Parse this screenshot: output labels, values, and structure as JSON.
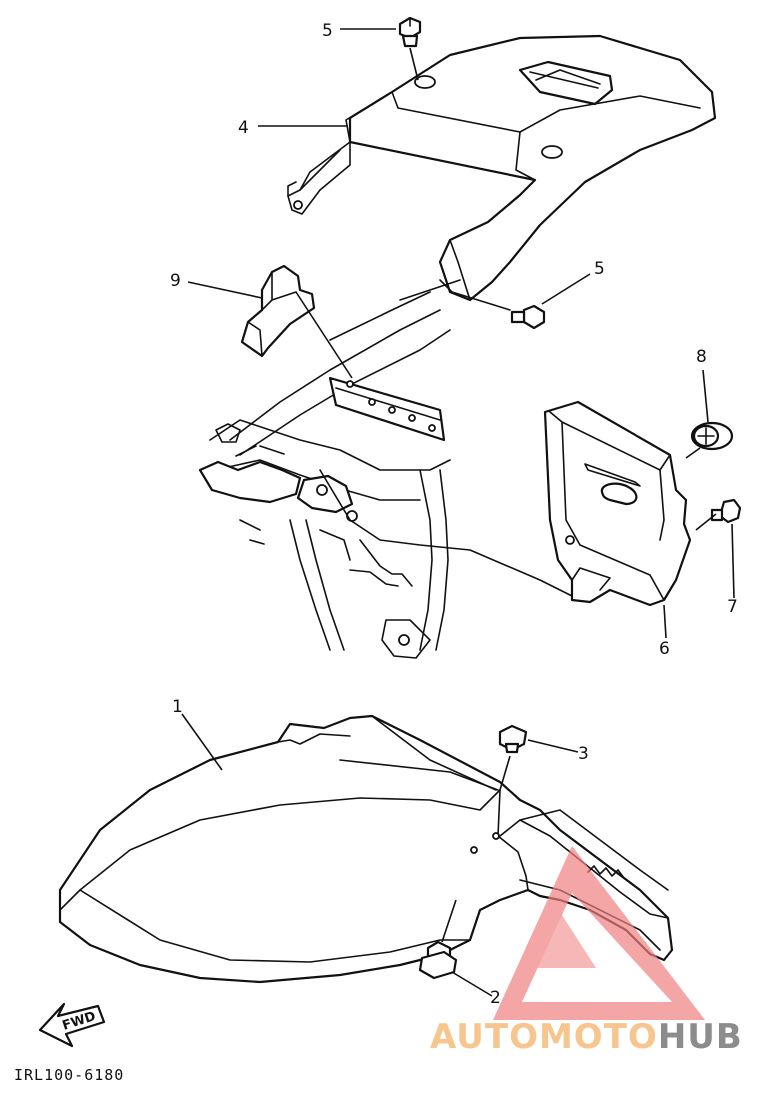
{
  "callouts": {
    "c1": "1",
    "c2": "2",
    "c3": "3",
    "c4": "4",
    "c5a": "5",
    "c5b": "5",
    "c6": "6",
    "c7": "7",
    "c8": "8",
    "c9": "9"
  },
  "fwd_label": "FWD",
  "drawing_number": "IRL100-6180",
  "watermark": {
    "part1": "AUTOMOTO",
    "part2": "HUB",
    "colors": {
      "part1": "#f7c58e",
      "part2": "#8c8c8c",
      "triangle": "#f08080"
    }
  }
}
